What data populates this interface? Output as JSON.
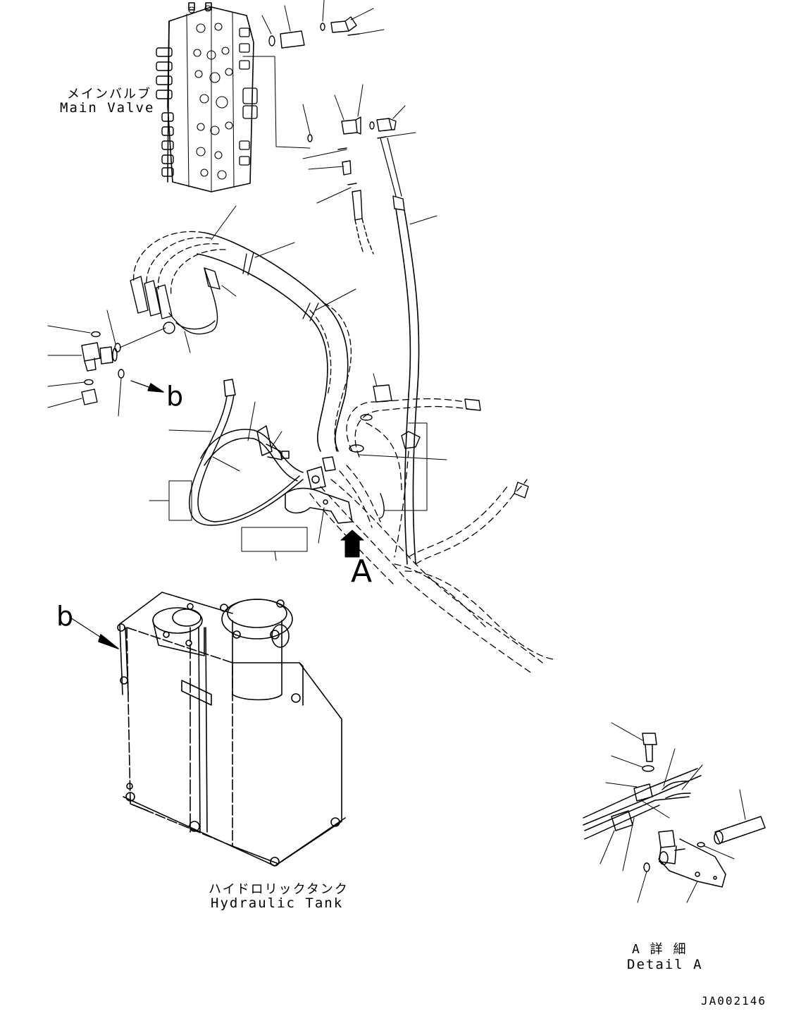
{
  "labels": {
    "main_valve_jp": "メインバルブ",
    "main_valve_en": "Main Valve",
    "hydraulic_tank_jp": "ハイドロリックタンク",
    "hydraulic_tank_en": "Hydraulic Tank",
    "detail_a_jp": "A 詳 細",
    "detail_a_en": "Detail A",
    "view_b_upper": "b",
    "view_b_lower": "b",
    "view_a": "A",
    "drawing_code": "JA002146"
  }
}
